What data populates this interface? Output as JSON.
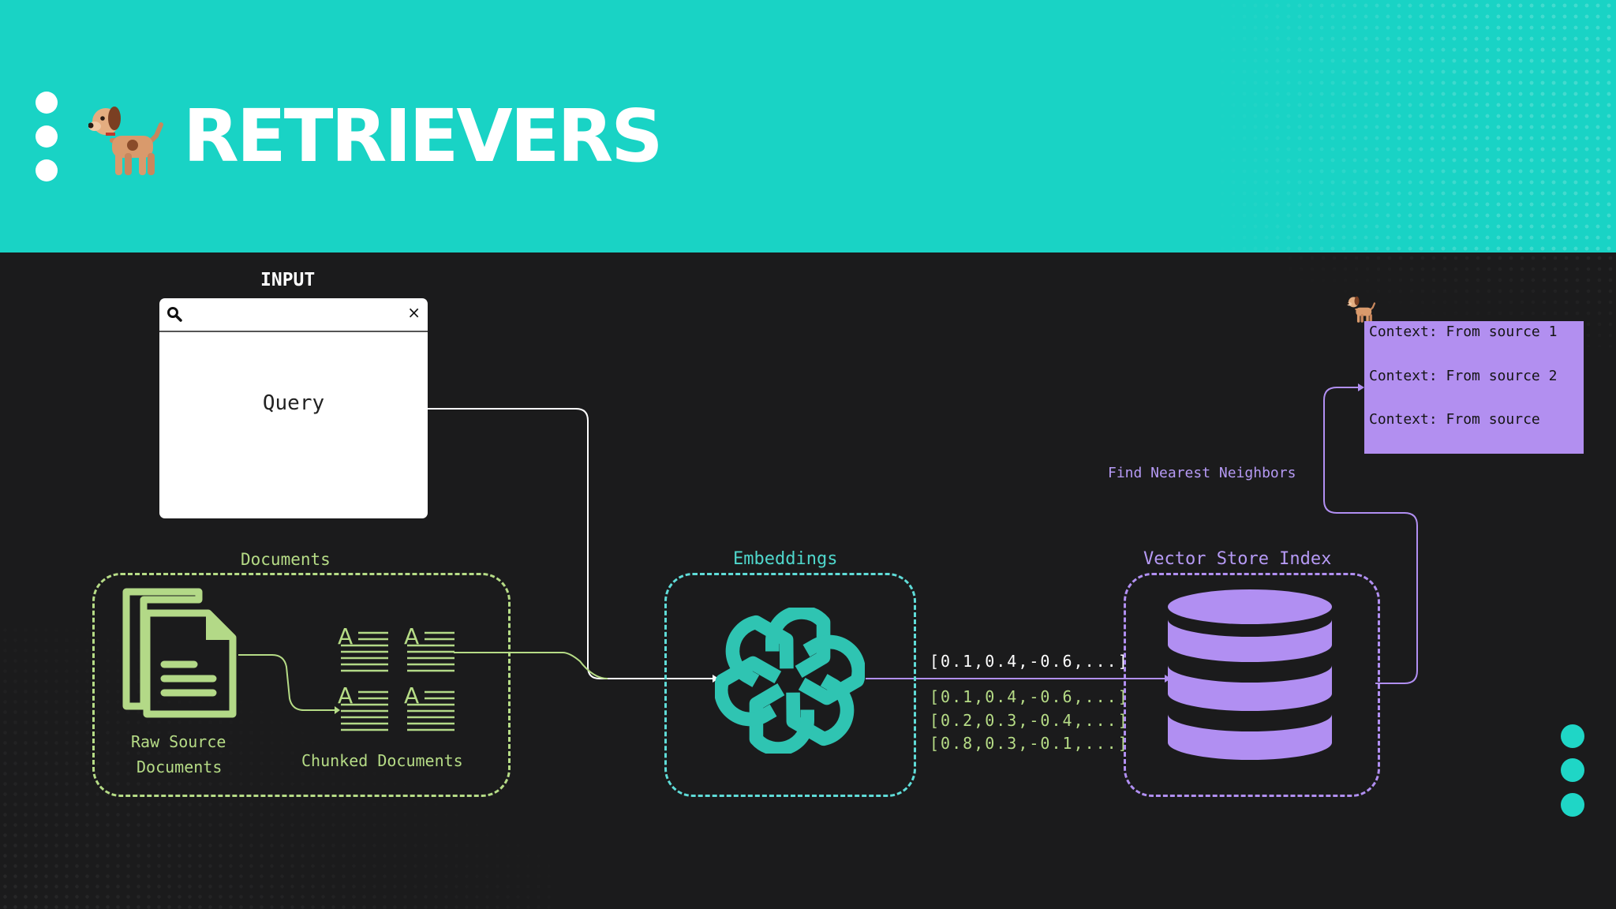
{
  "header": {
    "title": "RETRIEVERS",
    "bg_color": "#19d3c5"
  },
  "icons": {
    "mascot": "dog-icon",
    "search": "search-icon",
    "close": "close-icon",
    "logo": "openai-logo-icon",
    "database": "database-icon"
  },
  "input": {
    "title": "INPUT",
    "query": "Query",
    "close_glyph": "×"
  },
  "documents": {
    "label": "Documents",
    "raw_line1": "Raw Source",
    "raw_line2": "Documents",
    "chunked": "Chunked Documents",
    "chunk_glyph": "A",
    "color": "#b6dc86"
  },
  "embeddings": {
    "label": "Embeddings",
    "color": "#4fd7cc"
  },
  "vectors": {
    "query_vector": "[0.1,0.4,-0.6,...]",
    "doc_vectors": [
      "[0.1,0.4,-0.6,...]",
      "[0.2,0.3,-0.4,...]",
      "[0.8,0.3,-0.1,...]"
    ]
  },
  "vector_store": {
    "label": "Vector Store Index",
    "color": "#b18ff2"
  },
  "retrieval": {
    "label": "Find Nearest Neighbors"
  },
  "context": {
    "lines": [
      "Context: From source 1",
      "Context: From source 2",
      "Context: From source"
    ],
    "bg_color": "#b28ff0"
  }
}
